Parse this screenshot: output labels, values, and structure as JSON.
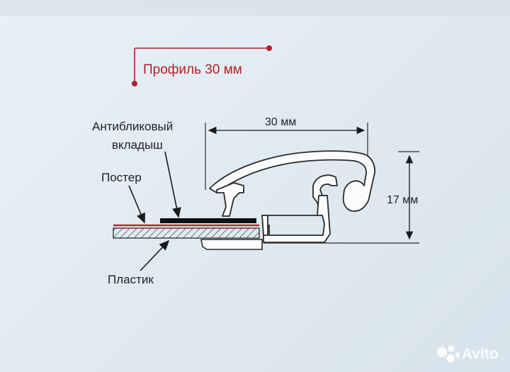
{
  "diagram": {
    "title": "Профиль 30 мм",
    "labels": {
      "antiglare": [
        "Антибликовый",
        "вкладыш"
      ],
      "poster": "Постер",
      "plastic": "Пластик"
    },
    "dimensions": {
      "width": "30 мм",
      "height": "17 мм"
    }
  },
  "watermark": {
    "text": "Avito"
  },
  "colors": {
    "accent": "#b3202a",
    "line": "#2a2a2a",
    "background": "#e4edf3"
  }
}
